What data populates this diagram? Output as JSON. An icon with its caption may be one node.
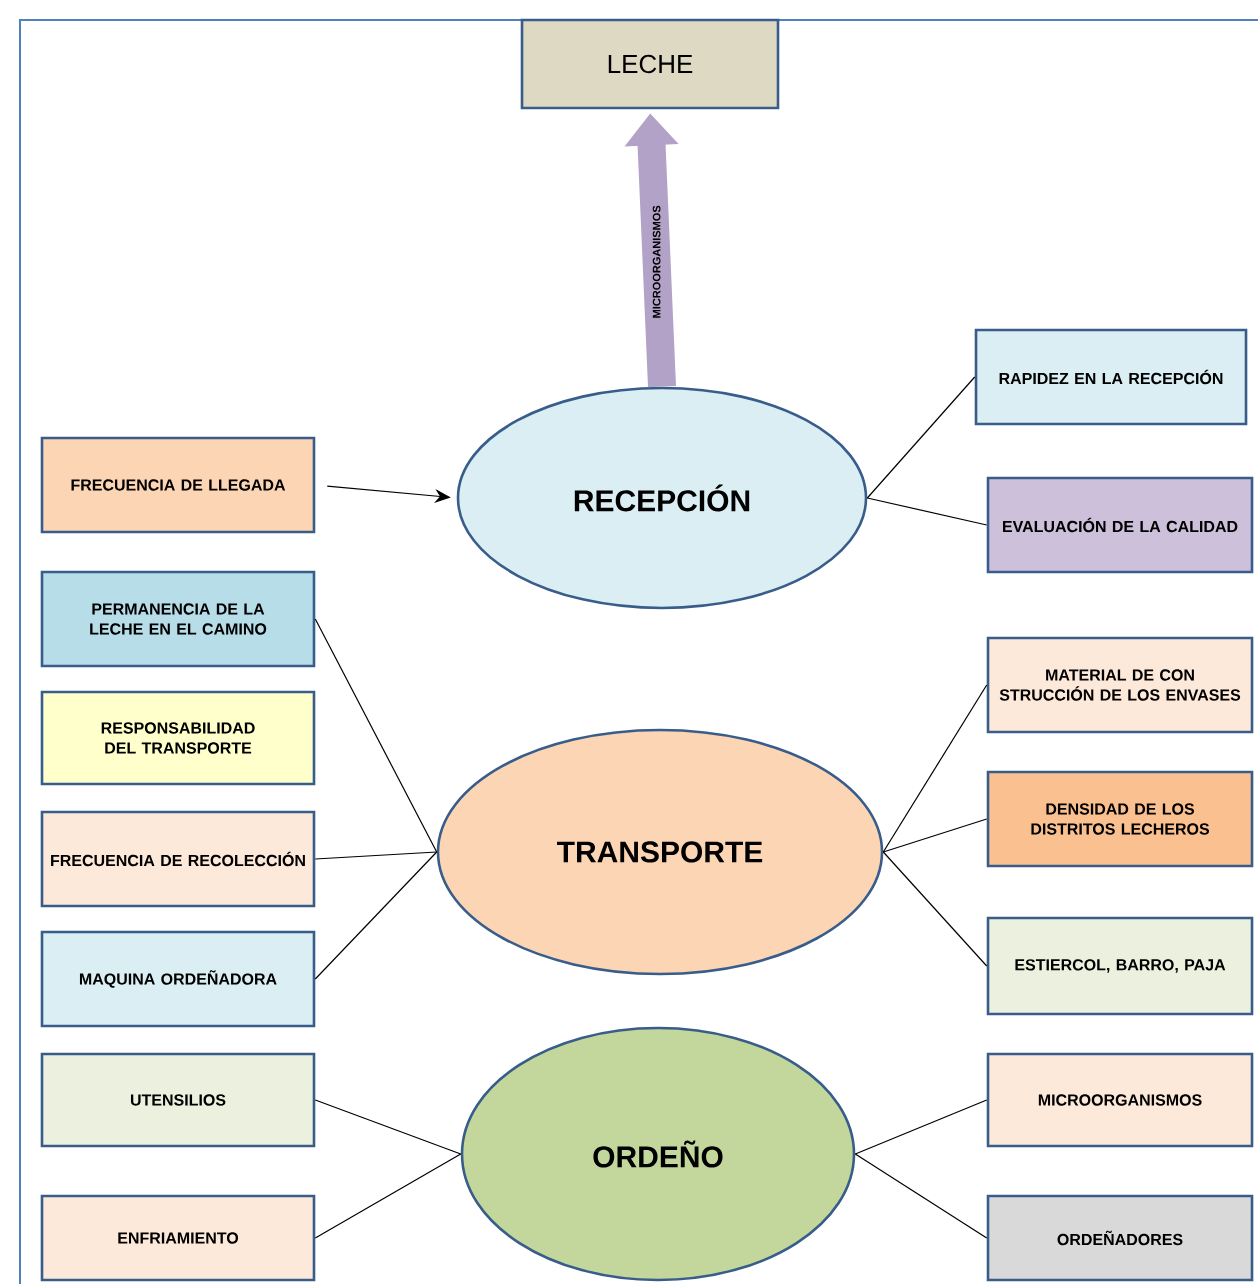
{
  "diagram": {
    "nodes": [
      {
        "text": [
          "LECHE"
        ]
      },
      {
        "text": [
          "RECEPCIÓN"
        ]
      },
      {
        "text": [
          "RAPIDEZ EN LA RECEPCIÓN"
        ]
      },
      {
        "text": [
          "EVALUACIÓN DE LA CALIDAD"
        ]
      },
      {
        "text": [
          "FRECUENCIA DE LLEGADA"
        ]
      },
      {
        "text": [
          "TRANSPORTE"
        ]
      },
      {
        "text": [
          "PERMANENCIA DE LA LECHE EN EL CAMINO"
        ]
      },
      {
        "text": [
          "RESPONSABILIDAD DEL TRANSPORTE"
        ]
      },
      {
        "text": [
          "FRECUENCIA DE RECOLECCIÓN"
        ]
      },
      {
        "text": [
          "MAQUINA ORDEÑADORA"
        ]
      },
      {
        "text": [
          "MATERIAL DE CON STRUCCIÓN DE LOS ENVASES"
        ]
      },
      {
        "text": [
          "DENSIDAD DE LOS DISTRITOS LECHEROS"
        ]
      },
      {
        "text": [
          "ESTIERCOL, BARRO, PAJA"
        ]
      },
      {
        "text": [
          "ORDEÑO"
        ]
      },
      {
        "text": [
          "UTENSILIOS"
        ]
      },
      {
        "text": [
          "ENFRIAMIENTO"
        ]
      },
      {
        "text": [
          "MICROORGANISMOS"
        ]
      },
      {
        "text": [
          "ORDEÑADORES"
        ]
      }
    ],
    "edges": [
      {
        "from": 1,
        "to": 0,
        "arrow": "to",
        "label": "MICROORGANISMOS",
        "style": "thick",
        "color": "#b2a2c7"
      },
      {
        "from": 4,
        "to": 1,
        "arrow": "to"
      },
      {
        "from": 1,
        "to": 2,
        "arrow": "none"
      },
      {
        "from": 1,
        "to": 3,
        "arrow": "none"
      },
      {
        "from": 6,
        "to": 5,
        "arrow": "none"
      },
      {
        "from": 8,
        "to": 5,
        "arrow": "none"
      },
      {
        "from": 9,
        "to": 5,
        "arrow": "none"
      },
      {
        "from": 5,
        "to": 10,
        "arrow": "none"
      },
      {
        "from": 5,
        "to": 11,
        "arrow": "none"
      },
      {
        "from": 5,
        "to": 12,
        "arrow": "none"
      },
      {
        "from": 14,
        "to": 13,
        "arrow": "none"
      },
      {
        "from": 15,
        "to": 13,
        "arrow": "none"
      },
      {
        "from": 13,
        "to": 16,
        "arrow": "none"
      },
      {
        "from": 13,
        "to": 17,
        "arrow": "none"
      }
    ]
  }
}
